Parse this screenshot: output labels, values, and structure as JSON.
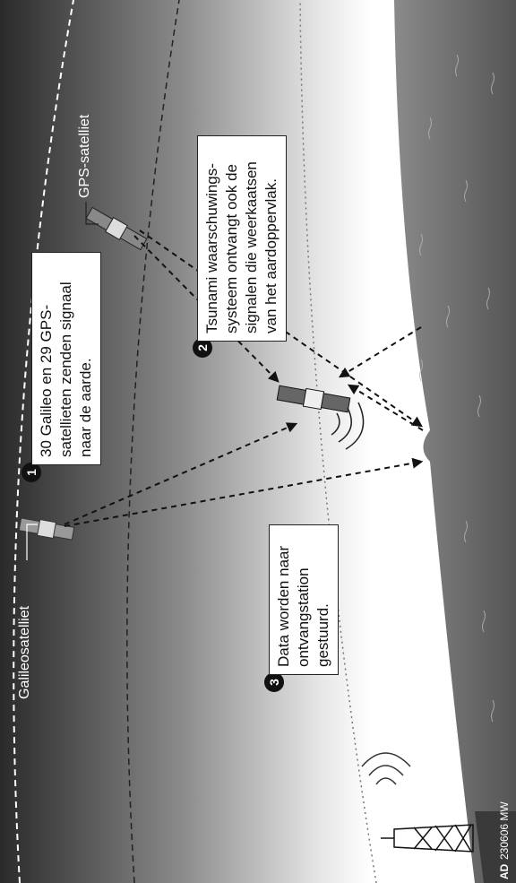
{
  "labels": {
    "galileo_satellite": "Galileosatelliet",
    "gps_satellite": "GPS-satelliet"
  },
  "callouts": [
    {
      "number": "1",
      "text": [
        "30 Galileo en 29 GPS-",
        "satellieten zenden signaal",
        "naar de aarde."
      ]
    },
    {
      "number": "2",
      "text": [
        "Tsunami waarschuwings-",
        "systeem ontvangt ook de",
        "signalen die weerkaatsen",
        "van het aardoppervlak."
      ]
    },
    {
      "number": "3",
      "text": [
        "Data worden naar",
        "ontvangstation",
        "gestuurd."
      ]
    }
  ],
  "credit": {
    "logo": "AD",
    "code": "230606 MW"
  },
  "colors": {
    "space_dark": "#2a2a2a",
    "space_light": "#ffffff",
    "ocean": "#6e6e6e",
    "ground": "#3a3a3a"
  }
}
